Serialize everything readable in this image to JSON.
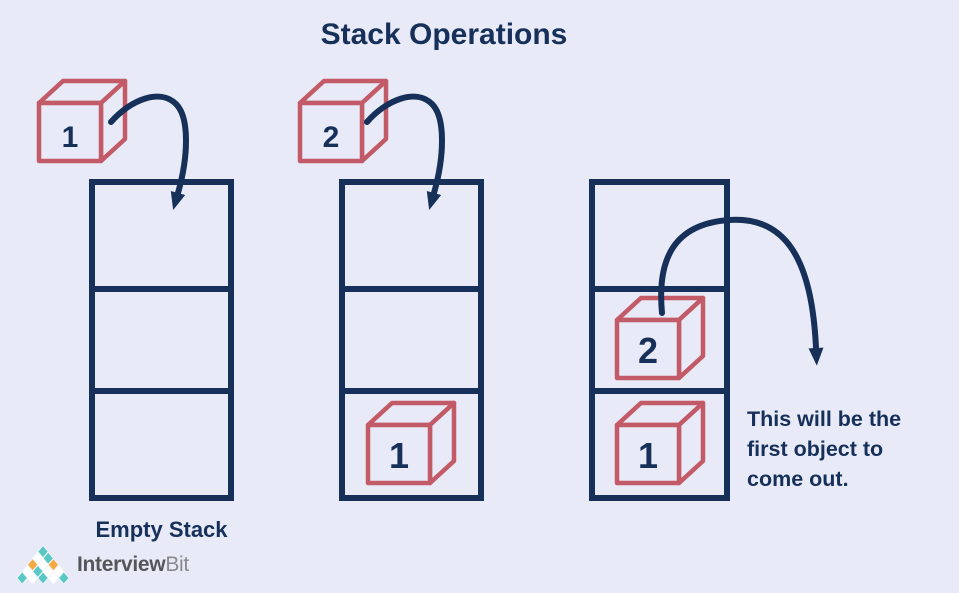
{
  "title": "Stack Operations",
  "panels": {
    "stack1": {
      "floating_cube_label": "1",
      "caption": "Empty Stack"
    },
    "stack2": {
      "floating_cube_label": "2",
      "bottom_cube_label": "1"
    },
    "stack3": {
      "middle_cube_label": "2",
      "bottom_cube_label": "1",
      "note": "This will be the first object to come out."
    }
  },
  "logo": {
    "word_bold": "Interview",
    "word_light": "Bit"
  },
  "colors": {
    "background": "#E8EBF7",
    "navy": "#16305A",
    "cube_red": "#C35A67",
    "logo_teal": "#59C7C3",
    "logo_orange": "#F4A942",
    "logo_text_dark": "#55565A",
    "logo_text_light": "#88898D"
  }
}
